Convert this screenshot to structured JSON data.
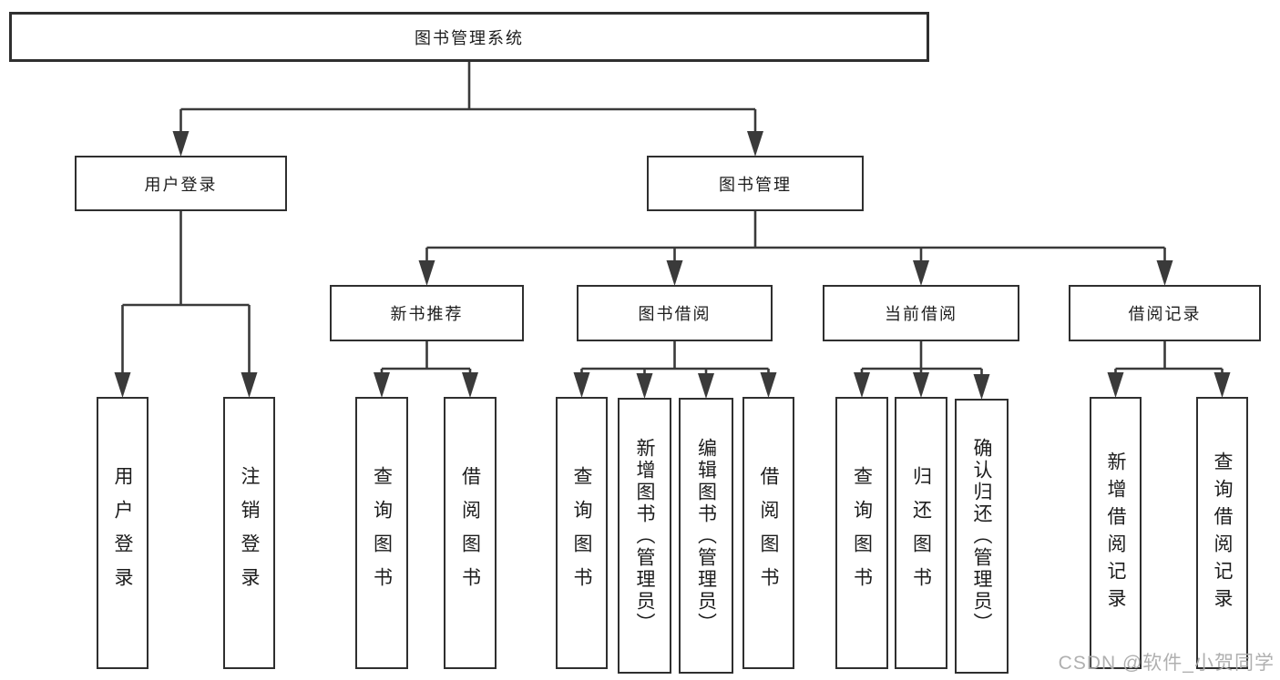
{
  "diagram": {
    "title": "图书管理系统",
    "watermark": "CSDN @软件_小贺同学",
    "colors": {
      "background": "#ffffff",
      "box_border": "#2f2f2f",
      "connector_line": "#3a3a3a",
      "text": "#1c1c1c",
      "watermark": "#acacac"
    },
    "nodes": [
      {
        "id": "root",
        "label": "图书管理系统"
      },
      {
        "id": "user-login",
        "label": "用户登录"
      },
      {
        "id": "book-management",
        "label": "图书管理"
      },
      {
        "id": "new-book-recommend",
        "label": "新书推荐"
      },
      {
        "id": "book-borrowing",
        "label": "图书借阅"
      },
      {
        "id": "current-borrowing",
        "label": "当前借阅"
      },
      {
        "id": "borrowing-records",
        "label": "借阅记录"
      },
      {
        "id": "leaf-user-login",
        "label": "用户登录"
      },
      {
        "id": "leaf-logout",
        "label": "注销登录"
      },
      {
        "id": "leaf-query-book-rec",
        "label": "查询图书"
      },
      {
        "id": "leaf-borrow-book-rec",
        "label": "借阅图书"
      },
      {
        "id": "leaf-query-book-bor",
        "label": "查询图书"
      },
      {
        "id": "leaf-add-book",
        "label": "新增图书（管理员）"
      },
      {
        "id": "leaf-edit-book",
        "label": "编辑图书（管理员）"
      },
      {
        "id": "leaf-borrow-book-bor",
        "label": "借阅图书"
      },
      {
        "id": "leaf-query-book-cur",
        "label": "查询图书"
      },
      {
        "id": "leaf-return-book",
        "label": "归还图书"
      },
      {
        "id": "leaf-confirm-return",
        "label": "确认归还（管理员）"
      },
      {
        "id": "leaf-add-borrow-record",
        "label": "新增借阅记录"
      },
      {
        "id": "leaf-query-borrow-record",
        "label": "查询借阅记录"
      }
    ],
    "edges": [
      {
        "from": "root",
        "to": [
          "user-login",
          "book-management"
        ]
      },
      {
        "from": "user-login",
        "to": [
          "leaf-user-login",
          "leaf-logout"
        ]
      },
      {
        "from": "book-management",
        "to": [
          "new-book-recommend",
          "book-borrowing",
          "current-borrowing",
          "borrowing-records"
        ]
      },
      {
        "from": "new-book-recommend",
        "to": [
          "leaf-query-book-rec",
          "leaf-borrow-book-rec"
        ]
      },
      {
        "from": "book-borrowing",
        "to": [
          "leaf-query-book-bor",
          "leaf-add-book",
          "leaf-edit-book",
          "leaf-borrow-book-bor"
        ]
      },
      {
        "from": "current-borrowing",
        "to": [
          "leaf-query-book-cur",
          "leaf-return-book",
          "leaf-confirm-return"
        ]
      },
      {
        "from": "borrowing-records",
        "to": [
          "leaf-add-borrow-record",
          "leaf-query-borrow-record"
        ]
      }
    ]
  }
}
